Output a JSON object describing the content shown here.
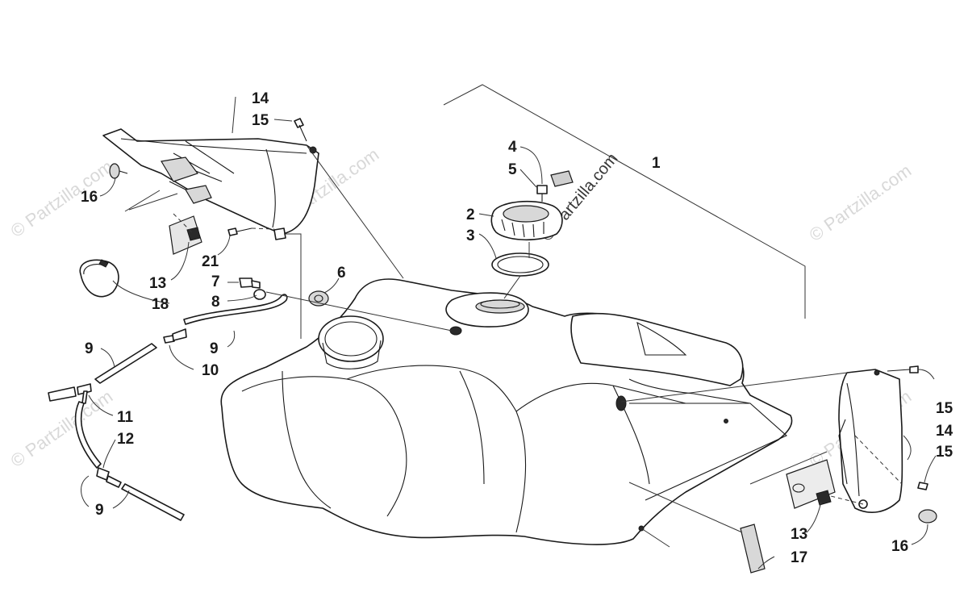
{
  "watermark": {
    "text": "© Partzilla.com"
  },
  "callouts": [
    {
      "id": "c1",
      "text": "1"
    },
    {
      "id": "c2",
      "text": "2"
    },
    {
      "id": "c3",
      "text": "3"
    },
    {
      "id": "c4",
      "text": "4"
    },
    {
      "id": "c5",
      "text": "5"
    },
    {
      "id": "c6",
      "text": "6"
    },
    {
      "id": "c7",
      "text": "7"
    },
    {
      "id": "c8",
      "text": "8"
    },
    {
      "id": "c9a",
      "text": "9"
    },
    {
      "id": "c9b",
      "text": "9"
    },
    {
      "id": "c9c",
      "text": "9"
    },
    {
      "id": "c10",
      "text": "10"
    },
    {
      "id": "c11",
      "text": "11"
    },
    {
      "id": "c12",
      "text": "12"
    },
    {
      "id": "c13a",
      "text": "13"
    },
    {
      "id": "c13b",
      "text": "13"
    },
    {
      "id": "c14a",
      "text": "14"
    },
    {
      "id": "c14b",
      "text": "14"
    },
    {
      "id": "c15a",
      "text": "15"
    },
    {
      "id": "c15b",
      "text": "15"
    },
    {
      "id": "c15c",
      "text": "15"
    },
    {
      "id": "c16a",
      "text": "16"
    },
    {
      "id": "c16b",
      "text": "16"
    },
    {
      "id": "c17",
      "text": "17"
    },
    {
      "id": "c18",
      "text": "18"
    },
    {
      "id": "c21",
      "text": "21"
    }
  ]
}
